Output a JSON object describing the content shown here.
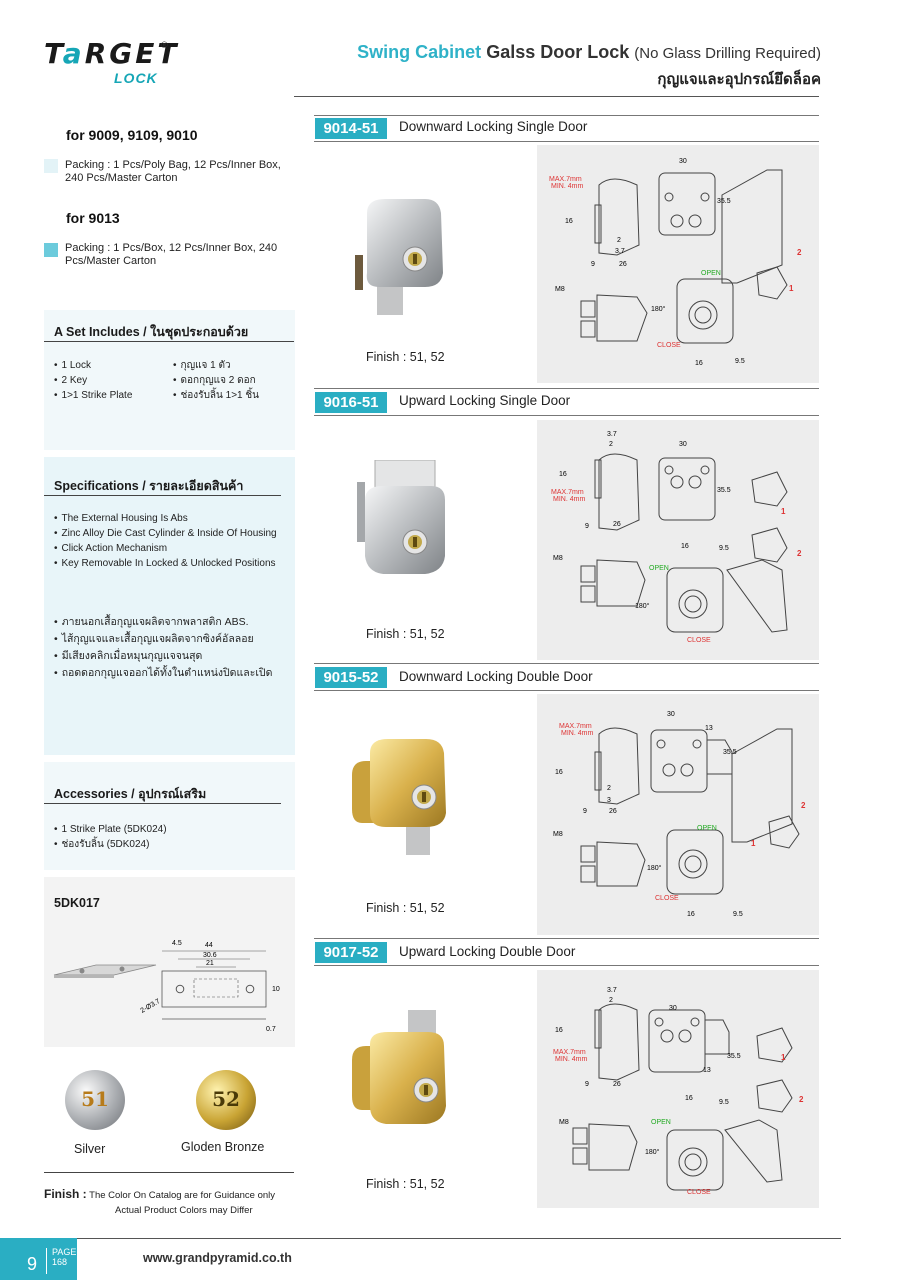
{
  "logo": {
    "brand": "TARGET",
    "reg": "®",
    "sub": "LOCK"
  },
  "header": {
    "title_part1": "Swing Cabinet",
    "title_part2": "Galss Door Lock",
    "title_part3": "(No Glass Drilling Required)",
    "title_th": "กุญแจและอุปกรณ์ยึดล็อค"
  },
  "packing": [
    {
      "title": "for 9009, 9109, 9010",
      "text": "Packing : 1 Pcs/Poly Bag, 12 Pcs/Inner Box, 240 Pcs/Master Carton",
      "swatch": "#e3f3f7"
    },
    {
      "title": "for 9013",
      "text": "Packing : 1 Pcs/Box, 12 Pcs/Inner Box, 240 Pcs/Master Carton",
      "swatch": "#6ccbdc"
    }
  ],
  "set_includes": {
    "title": "A Set Includes / ในชุดประกอบด้วย",
    "items_en": [
      "1 Lock",
      "2 Key",
      "1>1 Strike Plate"
    ],
    "items_th": [
      "กุญแจ 1 ตัว",
      "ดอกกุญแจ 2 ดอก",
      "ช่องรับลิ้น 1>1 ชิ้น"
    ]
  },
  "specifications": {
    "title": "Specifications / รายละเอียดสินค้า",
    "items_en": [
      "The External Housing Is Abs",
      "Zinc Alloy Die Cast Cylinder & Inside Of Housing",
      "Click Action Mechanism",
      "Key Removable In Locked & Unlocked Positions"
    ],
    "items_th": [
      "ภายนอกเสื้อกุญแจผลิตจากพลาสติก ABS.",
      "ไส้กุญแจและเสื้อกุญแจผลิตจากซิงค์อัลลอย",
      "มีเสียงคลิกเมื่อหมุนกุญแจจนสุด",
      "ถอดดอกกุญแจออกได้ทั้งในตำแหน่งปิดและเปิด"
    ]
  },
  "accessories": {
    "title": "Accessories  / อุปกรณ์เสริม",
    "items": [
      "1 Strike Plate (5DK024)",
      "ช่องรับลิ้น (5DK024)"
    ]
  },
  "strike_plate": {
    "code": "5DK017",
    "dims": [
      "4.5",
      "44",
      "30.6",
      "21",
      "10",
      "2-Ø3.7",
      "0.7"
    ]
  },
  "colors": [
    {
      "num": "51",
      "label": "Silver"
    },
    {
      "num": "52",
      "label": "Gloden Bronze"
    }
  ],
  "finish_note": {
    "label": "Finish :",
    "line1": "The Color On Catalog are for Guidance only",
    "line2": "Actual Product Colors may Differ"
  },
  "products": [
    {
      "code": "9014-51",
      "name": "Downward Locking Single Door",
      "finish": "Finish : 51, 52",
      "color": "silver"
    },
    {
      "code": "9016-51",
      "name": "Upward Locking Single Door",
      "finish": "Finish : 51, 52",
      "color": "silver"
    },
    {
      "code": "9015-52",
      "name": "Downward Locking Double Door",
      "finish": "Finish : 51, 52",
      "color": "gold"
    },
    {
      "code": "9017-52",
      "name": "Upward Locking Double Door",
      "finish": "Finish : 51, 52",
      "color": "gold"
    }
  ],
  "drawing_labels": {
    "max": "MAX.7mm",
    "min": "MIN. 4mm",
    "d30": "30",
    "d355": "35.5",
    "d16": "16",
    "d2": "2",
    "d37": "3.7",
    "d3": "3",
    "d9": "9",
    "d26": "26",
    "d13": "13",
    "d95": "9.5",
    "m8": "M8",
    "deg": "180°",
    "open": "OPEN",
    "close": "CLOSE",
    "n1": "1",
    "n2": "2"
  },
  "footer": {
    "page": "9",
    "page_label": "PAGE",
    "page_total": "168",
    "url": "www.grandpyramid.co.th"
  }
}
